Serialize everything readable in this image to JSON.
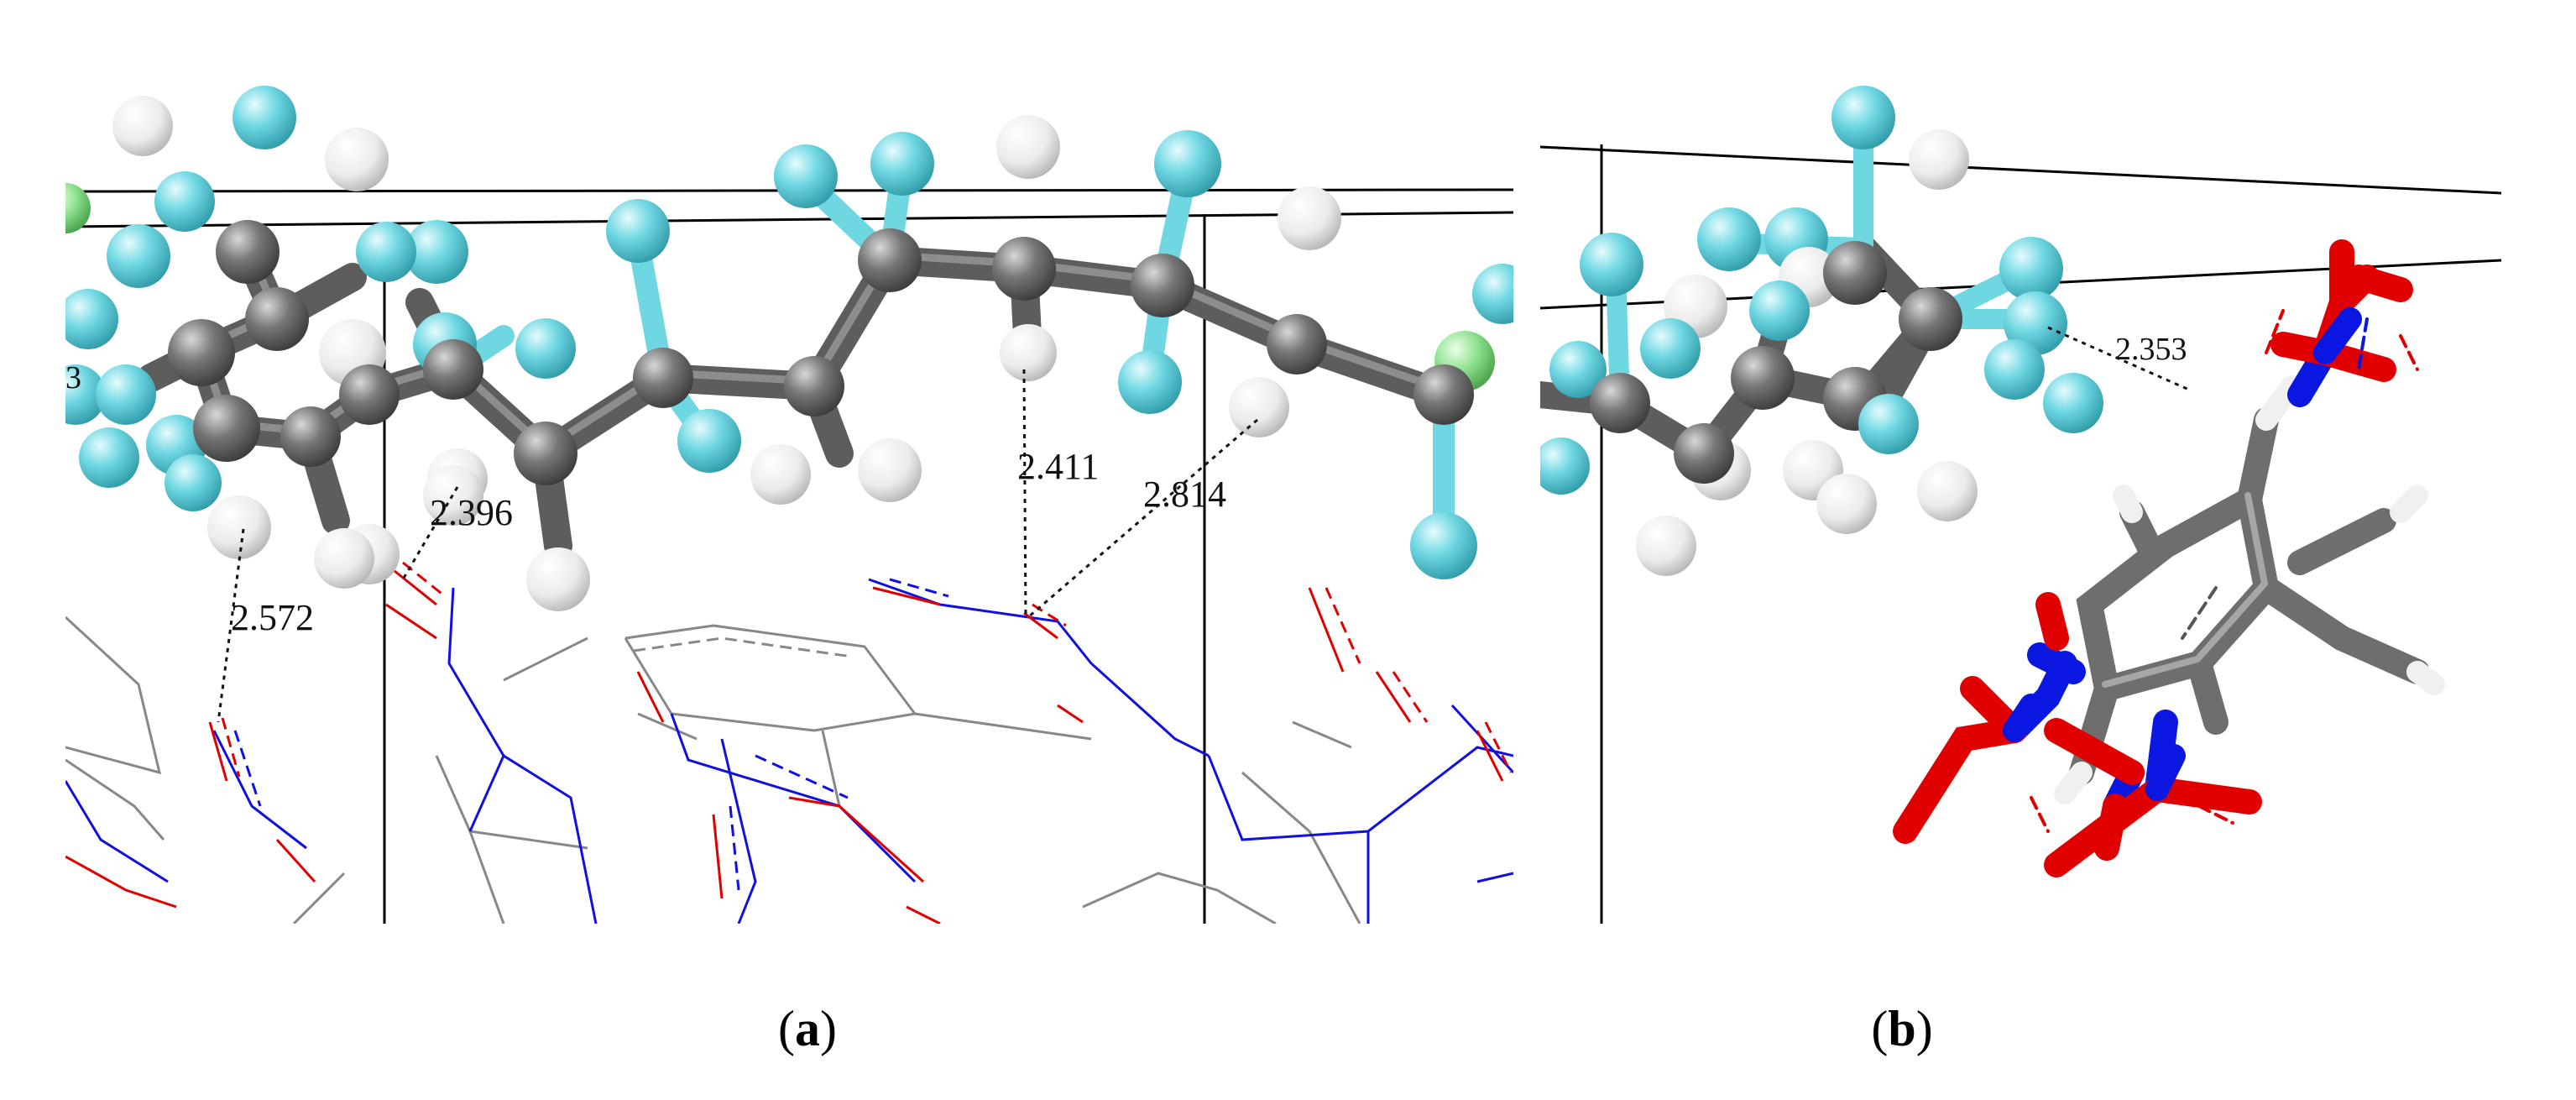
{
  "panels": [
    {
      "id": "a",
      "label_open": "(",
      "label_letter": "a",
      "label_close": ")",
      "partial_label": "3",
      "distances": [
        "2.572",
        "2.396",
        "2.411",
        "2.814"
      ]
    },
    {
      "id": "b",
      "label_open": "(",
      "label_letter": "b",
      "label_close": ")",
      "distances": [
        "2.353"
      ]
    }
  ],
  "colors": {
    "carbon": "#6b6b6b",
    "hydrogen": "#f2f2f2",
    "fluorine": "#6fd7e2",
    "chlorine": "#8be08b",
    "oxygen": "#e00000",
    "nitrogen": "#0a17e0",
    "hbond": "#111111",
    "cell_edge": "#000000"
  },
  "atom_types": [
    "carbon",
    "hydrogen",
    "fluorine",
    "chlorine",
    "oxygen",
    "nitrogen"
  ]
}
